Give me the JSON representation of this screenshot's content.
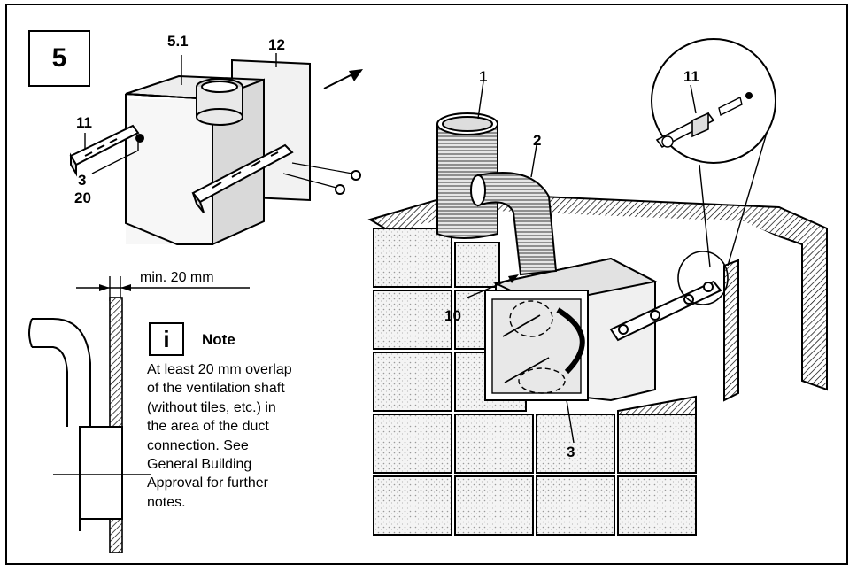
{
  "step_number": "5",
  "part_labels": {
    "l_5_1": "5.1",
    "l_12": "12",
    "l_11_left": "11",
    "l_3_left": "3",
    "l_20": "20",
    "l_1": "1",
    "l_2": "2",
    "l_11_right": "11",
    "l_10": "10",
    "l_3_right": "3"
  },
  "dimension": "min. 20 mm",
  "note": {
    "icon": "i",
    "title": "Note",
    "lines": [
      "At least 20 mm overlap",
      "of the ventilation shaft",
      "(without tiles, etc.) in",
      "the area of the duct",
      "connection. See",
      "General Building",
      "Approval for further",
      "notes."
    ]
  },
  "icons": [
    "info-icon",
    "direction-arrow-icon"
  ]
}
